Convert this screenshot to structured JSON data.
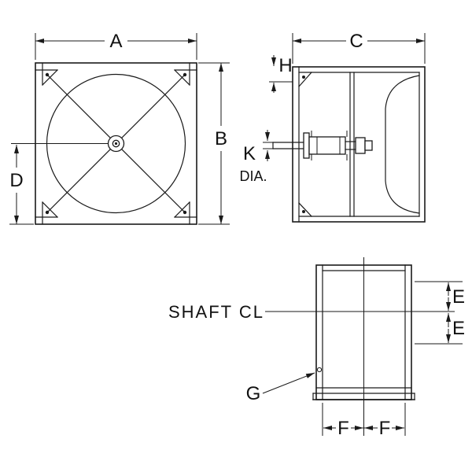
{
  "colors": {
    "background": "#ffffff",
    "line": "#1a1a1a"
  },
  "views": {
    "front": {
      "dims": {
        "a": "A",
        "b": "B",
        "d": "D"
      }
    },
    "side": {
      "dims": {
        "c": "C",
        "h": "H",
        "k": "K",
        "k_suffix": "DIA."
      }
    },
    "plan": {
      "dims": {
        "e_upper": "E",
        "e_lower": "E",
        "f_left": "F",
        "f_right": "F",
        "g": "G"
      },
      "shaft_label": "SHAFT CL"
    }
  }
}
